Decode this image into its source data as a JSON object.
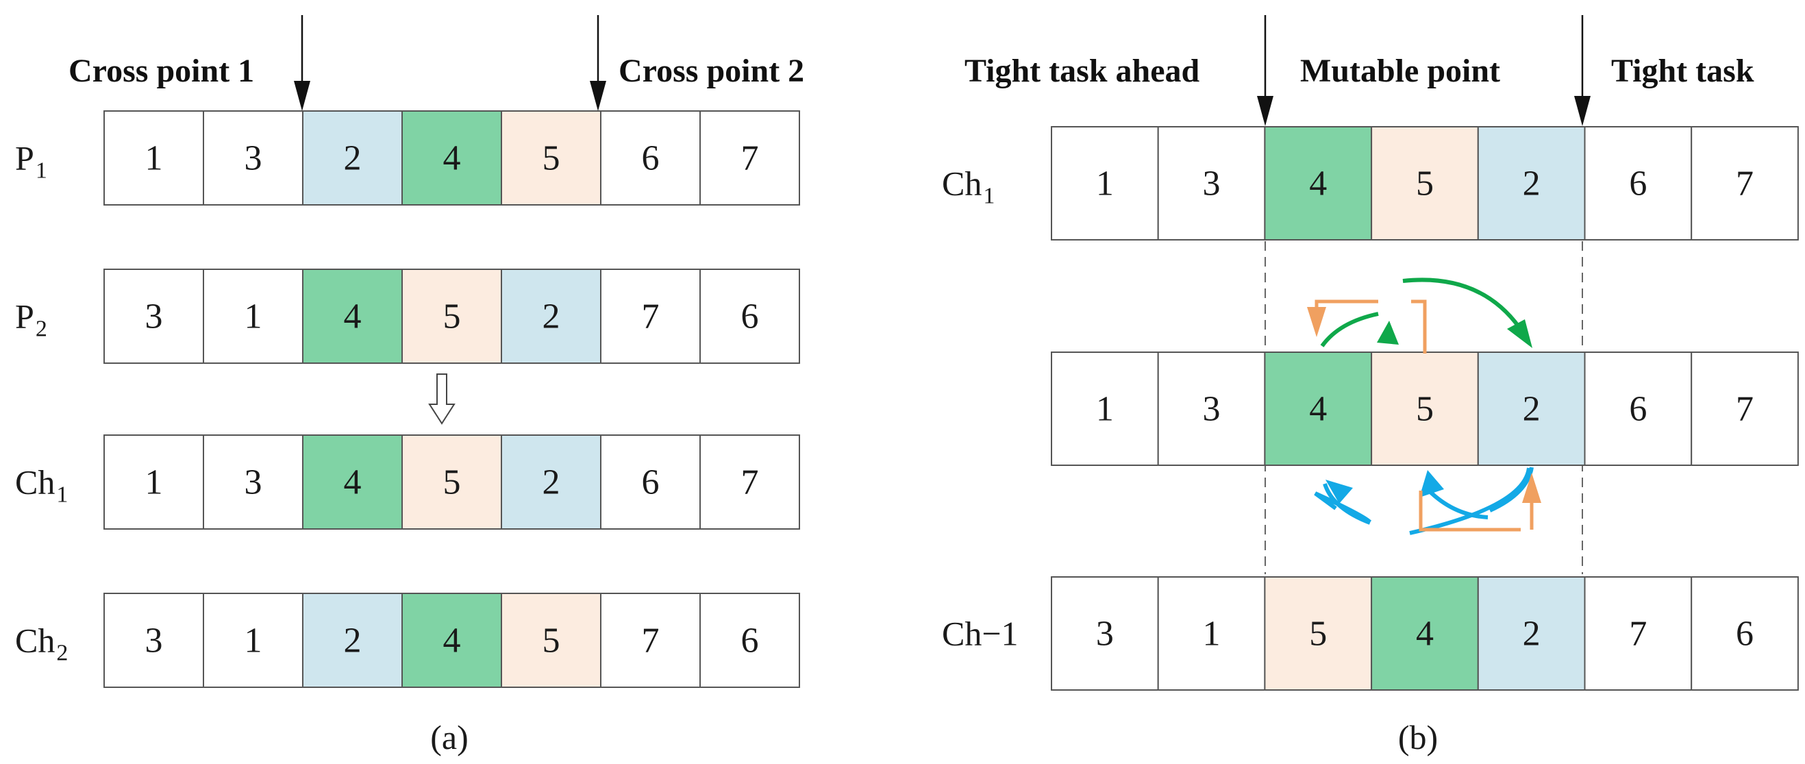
{
  "colors": {
    "blue": "#cfe6ee",
    "green": "#80d3a5",
    "peach": "#fcece0",
    "white": "#ffffff",
    "arrow_green": "#0fa84a",
    "arrow_orange": "#f0a060",
    "arrow_blue": "#13a9e6"
  },
  "panel_a": {
    "caption": "(a)",
    "cut_labels": [
      "Cross point 1",
      "Cross point 2"
    ],
    "rows": [
      {
        "label_main": "P",
        "label_sub": "1",
        "cells": [
          {
            "v": "1",
            "c": "white"
          },
          {
            "v": "3",
            "c": "white"
          },
          {
            "v": "2",
            "c": "blue"
          },
          {
            "v": "4",
            "c": "green"
          },
          {
            "v": "5",
            "c": "peach"
          },
          {
            "v": "6",
            "c": "white"
          },
          {
            "v": "7",
            "c": "white"
          }
        ]
      },
      {
        "label_main": "P",
        "label_sub": "2",
        "cells": [
          {
            "v": "3",
            "c": "white"
          },
          {
            "v": "1",
            "c": "white"
          },
          {
            "v": "4",
            "c": "green"
          },
          {
            "v": "5",
            "c": "peach"
          },
          {
            "v": "2",
            "c": "blue"
          },
          {
            "v": "7",
            "c": "white"
          },
          {
            "v": "6",
            "c": "white"
          }
        ]
      },
      {
        "label_main": "Ch",
        "label_sub": "1",
        "cells": [
          {
            "v": "1",
            "c": "white"
          },
          {
            "v": "3",
            "c": "white"
          },
          {
            "v": "4",
            "c": "green"
          },
          {
            "v": "5",
            "c": "peach"
          },
          {
            "v": "2",
            "c": "blue"
          },
          {
            "v": "6",
            "c": "white"
          },
          {
            "v": "7",
            "c": "white"
          }
        ]
      },
      {
        "label_main": "Ch",
        "label_sub": "2",
        "cells": [
          {
            "v": "3",
            "c": "white"
          },
          {
            "v": "1",
            "c": "white"
          },
          {
            "v": "2",
            "c": "blue"
          },
          {
            "v": "4",
            "c": "green"
          },
          {
            "v": "5",
            "c": "peach"
          },
          {
            "v": "7",
            "c": "white"
          },
          {
            "v": "6",
            "c": "white"
          }
        ]
      }
    ]
  },
  "panel_b": {
    "caption": "(b)",
    "headers": [
      "Tight task ahead",
      "Mutable point",
      "Tight task"
    ],
    "rows": [
      {
        "label_main": "Ch",
        "label_sub": "1",
        "cells": [
          {
            "v": "1",
            "c": "white"
          },
          {
            "v": "3",
            "c": "white"
          },
          {
            "v": "4",
            "c": "green"
          },
          {
            "v": "5",
            "c": "peach"
          },
          {
            "v": "2",
            "c": "blue"
          },
          {
            "v": "6",
            "c": "white"
          },
          {
            "v": "7",
            "c": "white"
          }
        ]
      },
      {
        "label_main": "",
        "label_sub": "",
        "cells": [
          {
            "v": "1",
            "c": "white"
          },
          {
            "v": "3",
            "c": "white"
          },
          {
            "v": "4",
            "c": "green"
          },
          {
            "v": "5",
            "c": "peach"
          },
          {
            "v": "2",
            "c": "blue"
          },
          {
            "v": "6",
            "c": "white"
          },
          {
            "v": "7",
            "c": "white"
          }
        ]
      },
      {
        "label_main": "Ch−1",
        "label_sub": "",
        "cells": [
          {
            "v": "3",
            "c": "white"
          },
          {
            "v": "1",
            "c": "white"
          },
          {
            "v": "5",
            "c": "peach"
          },
          {
            "v": "4",
            "c": "green"
          },
          {
            "v": "2",
            "c": "blue"
          },
          {
            "v": "7",
            "c": "white"
          },
          {
            "v": "6",
            "c": "white"
          }
        ]
      }
    ]
  }
}
